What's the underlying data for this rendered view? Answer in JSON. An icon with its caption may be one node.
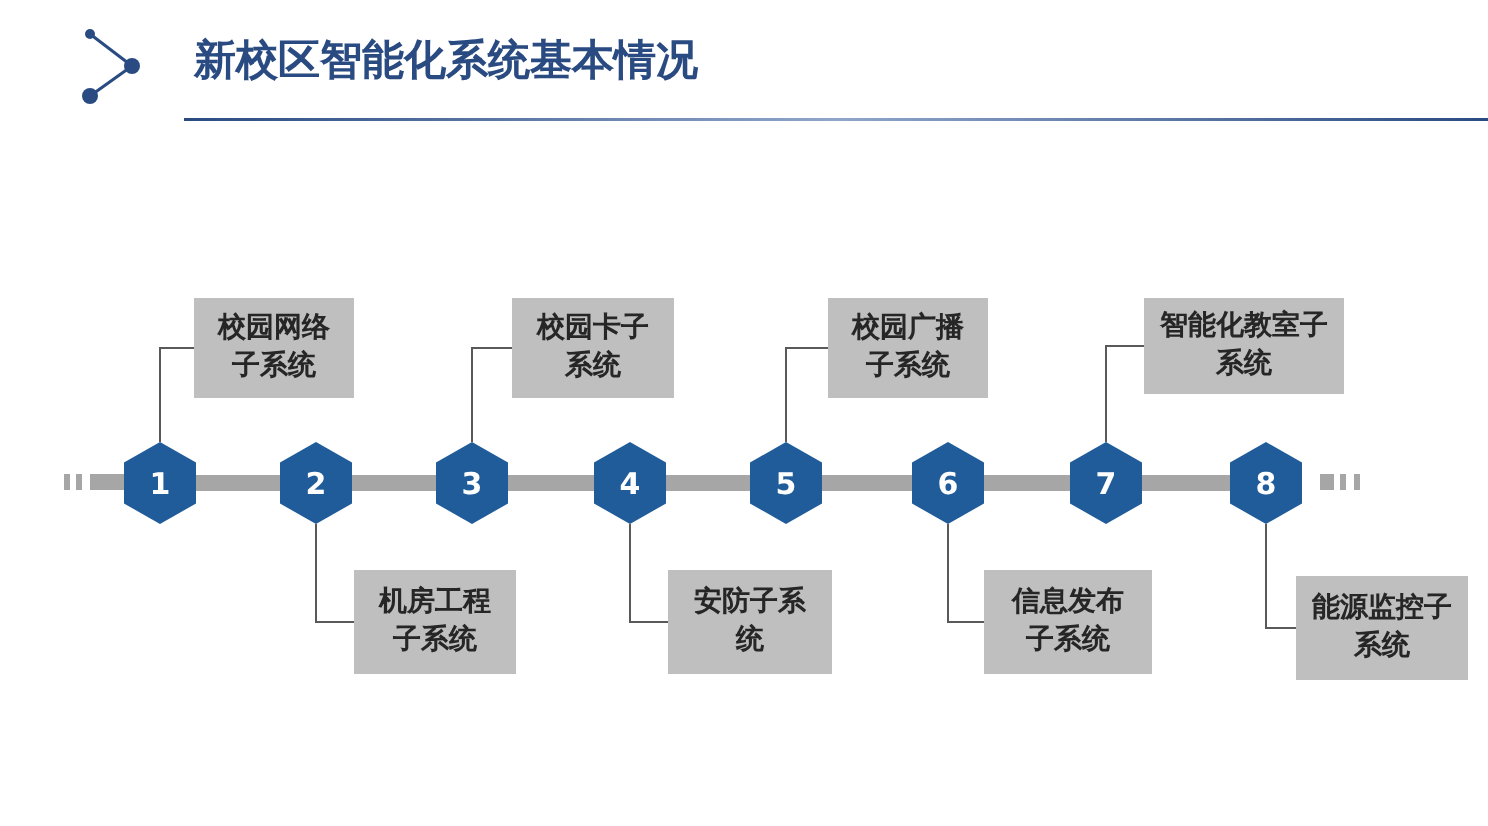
{
  "diagram": {
    "title": "新校区智能化系统基本情况",
    "nodes": [
      {
        "text": [
          "1"
        ]
      },
      {
        "text": [
          "校园网络子系统"
        ]
      },
      {
        "text": [
          "2"
        ]
      },
      {
        "text": [
          "机房工程子系统"
        ]
      },
      {
        "text": [
          "3"
        ]
      },
      {
        "text": [
          "校园卡子系统"
        ]
      },
      {
        "text": [
          "4"
        ]
      },
      {
        "text": [
          "安防子系统"
        ]
      },
      {
        "text": [
          "5"
        ]
      },
      {
        "text": [
          "校园广播子系统"
        ]
      },
      {
        "text": [
          "6"
        ]
      },
      {
        "text": [
          "信息发布子系统"
        ]
      },
      {
        "text": [
          "7"
        ]
      },
      {
        "text": [
          "智能化教室子系统"
        ]
      },
      {
        "text": [
          "8"
        ]
      },
      {
        "text": [
          "能源监控子系统"
        ]
      }
    ],
    "edges": [
      {
        "from": 0,
        "to": 1,
        "arrow": "none"
      },
      {
        "from": 2,
        "to": 3,
        "arrow": "none"
      },
      {
        "from": 4,
        "to": 5,
        "arrow": "none"
      },
      {
        "from": 6,
        "to": 7,
        "arrow": "none"
      },
      {
        "from": 8,
        "to": 9,
        "arrow": "none"
      },
      {
        "from": 10,
        "to": 11,
        "arrow": "none"
      },
      {
        "from": 12,
        "to": 13,
        "arrow": "none"
      },
      {
        "from": 14,
        "to": 15,
        "arrow": "none"
      },
      {
        "from": 0,
        "to": 2,
        "arrow": "none",
        "style": "thick",
        "color": "#a6a6a6"
      },
      {
        "from": 2,
        "to": 4,
        "arrow": "none",
        "style": "thick",
        "color": "#a6a6a6"
      },
      {
        "from": 4,
        "to": 6,
        "arrow": "none",
        "style": "thick",
        "color": "#a6a6a6"
      },
      {
        "from": 6,
        "to": 8,
        "arrow": "none",
        "style": "thick",
        "color": "#a6a6a6"
      },
      {
        "from": 8,
        "to": 10,
        "arrow": "none",
        "style": "thick",
        "color": "#a6a6a6"
      },
      {
        "from": 10,
        "to": 12,
        "arrow": "none",
        "style": "thick",
        "color": "#a6a6a6"
      },
      {
        "from": 12,
        "to": 14,
        "arrow": "none",
        "style": "thick",
        "color": "#a6a6a6"
      }
    ]
  }
}
